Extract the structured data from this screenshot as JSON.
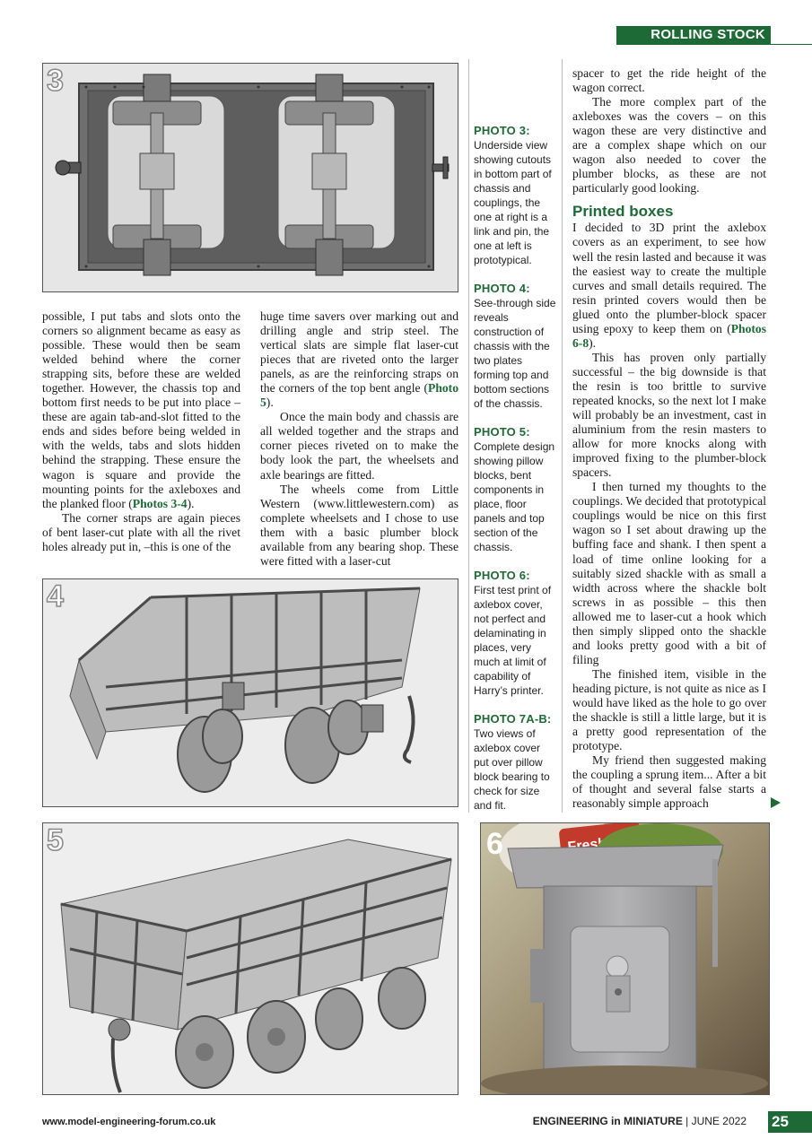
{
  "header": {
    "section": "ROLLING STOCK"
  },
  "photos": {
    "p3": {
      "number": "3"
    },
    "p4": {
      "number": "4"
    },
    "p5": {
      "number": "5"
    },
    "p6": {
      "number": "6",
      "packet_label": "Freshona"
    }
  },
  "column1": [
    "possible, I put tabs and slots onto the corners so alignment became as easy as possible. These would then be seam welded behind where the corner strapping sits, before these are welded together. However, the chassis top and bottom first needs to be put into place – these are again tab-and-slot fitted to the ends and sides before being welded in with the welds, tabs and slots hidden behind the strapping. These ensure the wagon is square and provide the mounting points for the axleboxes and the planked floor (",
    "Photos 3-4",
    ").",
    "The corner straps are again pieces of bent laser-cut plate with all the rivet holes already put in, –this is one of the"
  ],
  "column2": [
    "huge time savers over marking out and drilling angle and strip steel. The vertical slats are simple flat laser-cut pieces that are riveted onto the larger panels, as are the reinforcing straps on the corners of the top bent angle (",
    "Photo 5",
    ").",
    "Once the main body and chassis are all welded together and the straps and corner pieces riveted on to make the body look the part, the wheelsets and axle bearings are fitted.",
    "The wheels come from Little Western (www.littlewestern.com) as complete wheelsets and I chose to use them with a basic plumber block available from any bearing shop. These were fitted with a laser-cut"
  ],
  "captions": [
    {
      "head": "PHOTO 3:",
      "text": "Underside view showing cutouts in bottom part of chassis and couplings, the one at right is a link and pin, the one at left is prototypical."
    },
    {
      "head": "PHOTO 4:",
      "text": "See-through side reveals construction of chassis with the two plates forming top and bottom sections of the chassis."
    },
    {
      "head": "PHOTO 5:",
      "text": "Complete design showing pillow blocks, bent components in place, floor panels and top section of the chassis."
    },
    {
      "head": "PHOTO 6:",
      "text": "First test print of axlebox cover, not perfect and delaminating in places, very much at limit of capability of Harry’s printer."
    },
    {
      "head": "PHOTO 7A-B:",
      "text": "Two views of axlebox cover put over pillow block bearing to check for size and fit."
    }
  ],
  "column4": {
    "para1": "spacer to get the ride height of the wagon correct.",
    "para2": "The more complex part of the axleboxes was the covers – on this wagon these are very distinctive and are a complex shape which on our wagon also needed to cover the plumber blocks, as these are not particularly good looking.",
    "subhead": "Printed boxes",
    "para3a": "I decided to 3D print the axlebox covers as an experiment, to see how well the resin lasted and because it was the easiest way to create the multiple curves and small details required. The resin printed covers would then be glued onto the plumber-block spacer using epoxy to keep them on (",
    "para3ref": "Photos 6-8",
    "para3b": ").",
    "para4": "This has proven only partially successful – the big downside is that the resin is too brittle to survive repeated knocks, so the next lot I make will probably be an investment, cast in aluminium from the resin masters to allow for more knocks along with improved fixing to the plumber-block spacers.",
    "para5": "I then turned my thoughts to the couplings. We decided that prototypical couplings would be nice on this first wagon so I set about drawing up the buffing face and shank. I then spent a load of time online looking for a suitably sized shackle with as small a width across where the shackle bolt screws in as possible – this then allowed me to laser-cut a hook which then simply slipped onto the shackle and looks pretty good with a bit of filing",
    "para6": "The finished item, visible in the heading picture, is not quite as nice as I would have liked as the hole to go over the shackle is still a little large, but it is a pretty good representation of the prototype.",
    "para7": "My friend then suggested making the coupling a sprung item... After a bit of thought and several false starts a reasonably simple approach"
  },
  "footer": {
    "website": "www.model-engineering-forum.co.uk",
    "magazine": "ENGINEERING in MINIATURE",
    "issue": "| JUNE 2022",
    "page": "25"
  }
}
